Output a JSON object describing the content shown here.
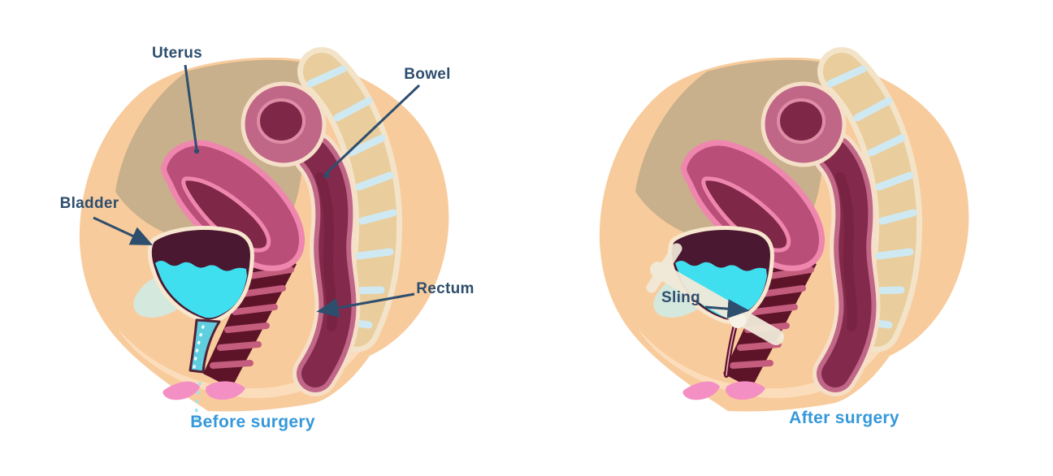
{
  "figure": {
    "description": "Two side-view pelvic anatomy illustrations comparing urinary incontinence before and after sling surgery",
    "panels": {
      "before": {
        "caption": "Before surgery",
        "labels": {
          "uterus": "Uterus",
          "bowel": "Bowel",
          "bladder": "Bladder",
          "rectum": "Rectum"
        }
      },
      "after": {
        "caption": "After surgery",
        "labels": {
          "sling": "Sling"
        }
      }
    }
  },
  "colors": {
    "background": "#ffffff",
    "label_text": "#2e4e6e",
    "caption_text": "#3598da",
    "arrow": "#2e4e6e",
    "skin": "#f8cb9c",
    "skin_highlight": "#fbe0c2",
    "sacrum_bone": "#c7b08b",
    "spine_bone": "#e9cd9c",
    "spine_disc": "#cfe9f2",
    "organ_outline_cream": "#f6dfc8",
    "bowel_outer": "#c06687",
    "bowel_inner": "#83294b",
    "uterus_fill": "#b94f78",
    "uterus_rim": "#ee86ae",
    "bladder_fill": "#4a1830",
    "urine_fluid": "#40dff0",
    "vagina_fill": "#5d1429",
    "vagina_stripe": "#c45c7e",
    "pubic_bone": "#d2e9e1",
    "vulva": "#f48fc4",
    "sling": "#f1ead9"
  }
}
